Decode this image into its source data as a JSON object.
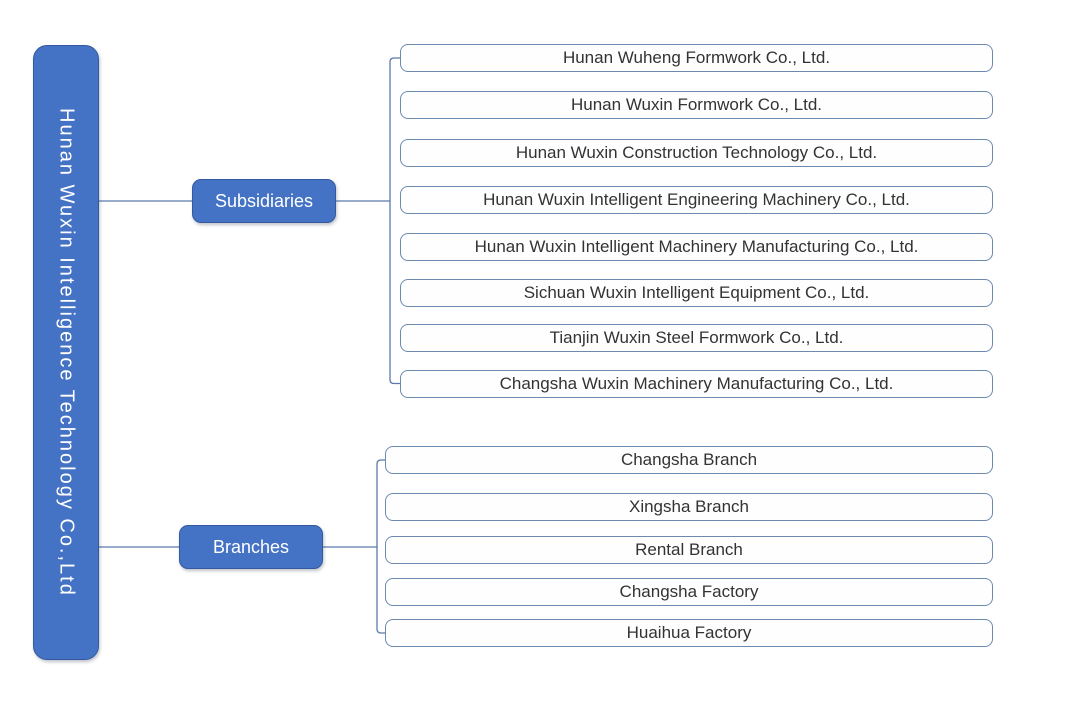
{
  "root": {
    "label": "Hunan Wuxin Intelligence Technology Co.,Ltd"
  },
  "groups": [
    {
      "label": "Subsidiaries",
      "children": [
        "Hunan Wuheng Formwork Co., Ltd.",
        "Hunan Wuxin Formwork Co., Ltd.",
        "Hunan Wuxin Construction Technology Co., Ltd.",
        "Hunan Wuxin Intelligent Engineering Machinery Co., Ltd.",
        "Hunan Wuxin Intelligent Machinery Manufacturing Co., Ltd.",
        "Sichuan Wuxin Intelligent Equipment Co., Ltd.",
        "Tianjin Wuxin Steel Formwork Co., Ltd.",
        "Changsha Wuxin Machinery Manufacturing Co., Ltd."
      ]
    },
    {
      "label": "Branches",
      "children": [
        "Changsha Branch",
        "Xingsha Branch",
        "Rental Branch",
        "Changsha Factory",
        "Huaihua Factory"
      ]
    }
  ],
  "colors": {
    "node_fill": "#4472C4",
    "node_border": "#35599f",
    "node_text": "#ffffff",
    "child_border": "#6d89b0",
    "child_text": "#333333",
    "line": "#5b79ab"
  }
}
